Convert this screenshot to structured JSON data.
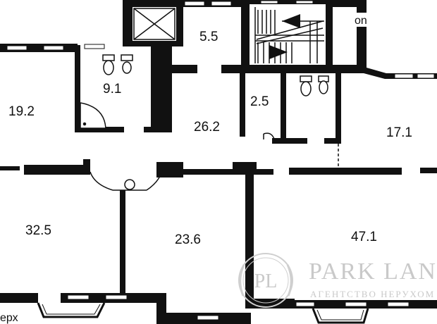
{
  "plan": {
    "rooms": [
      {
        "id": "room-19-2",
        "area": "19.2"
      },
      {
        "id": "room-9-1",
        "area": "9.1"
      },
      {
        "id": "room-5-5",
        "area": "5.5"
      },
      {
        "id": "room-26-2",
        "area": "26.2"
      },
      {
        "id": "room-2-5",
        "area": "2.5"
      },
      {
        "id": "room-17-1",
        "area": "17.1"
      },
      {
        "id": "room-32-5",
        "area": "32.5"
      },
      {
        "id": "room-23-6",
        "area": "23.6"
      },
      {
        "id": "room-47-1",
        "area": "47.1"
      }
    ],
    "edge_text_top": "on",
    "edge_text_bottom": "ерх"
  },
  "watermark": {
    "brand": "PARK LAN",
    "subtitle": "АГЕНТСТВО НЕРУХОМ",
    "seal_letters": "PL"
  },
  "colors": {
    "wall": "#111111",
    "window": "#ffffff",
    "watermark": "#c9c9c9"
  }
}
